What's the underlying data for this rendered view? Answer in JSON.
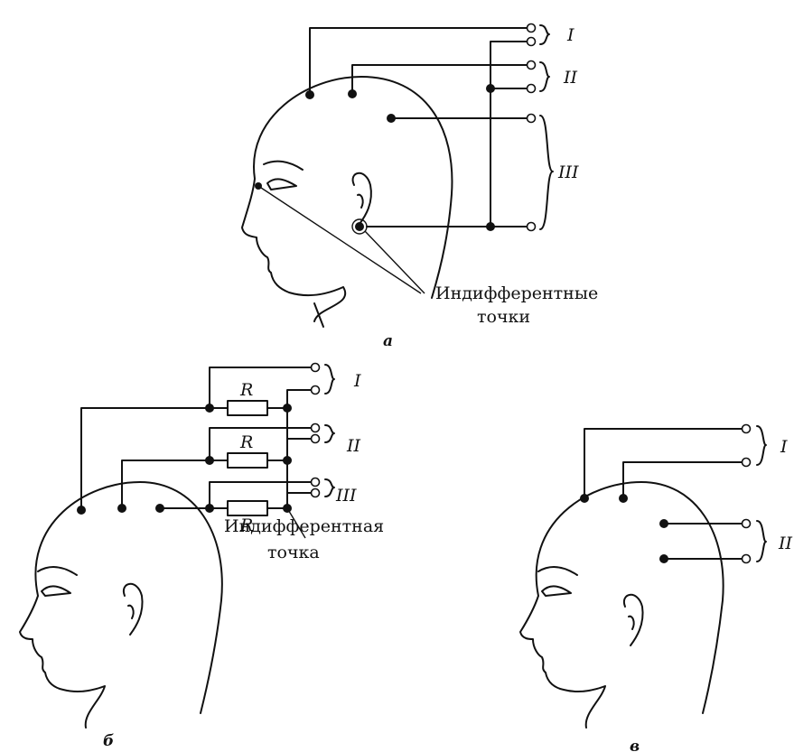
{
  "panels": {
    "a": {
      "label": "а",
      "groups": [
        "I",
        "II",
        "III"
      ],
      "caption_line1": "Индифферентные",
      "caption_line2": "точки"
    },
    "b": {
      "label": "б",
      "groups": [
        "I",
        "II",
        "III"
      ],
      "resistor_label": "R",
      "caption_line1": "Индифферентная",
      "caption_line2": "точка"
    },
    "v": {
      "label": "в",
      "groups": [
        "I",
        "II"
      ]
    }
  },
  "icons": [
    "head-profile-icon",
    "ear-icon",
    "electrode-dot-icon",
    "terminal-icon",
    "resistor-icon"
  ]
}
